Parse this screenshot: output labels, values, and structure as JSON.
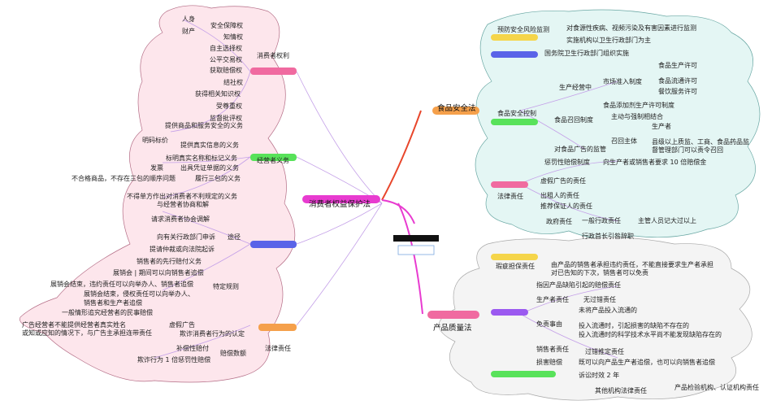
{
  "center": {
    "label": ""
  },
  "colors": {
    "left_cloud": "#fde6ec",
    "right_top_cloud": "#e4f6f4",
    "right_bottom_cloud": "#f4f4f4",
    "magenta": "#e83bd0",
    "orange": "#f5a04b",
    "pink": "#f06aa0",
    "green": "#58e25a",
    "blue": "#5a63e8",
    "yellow": "#f5d54a",
    "purple": "#9b59f0",
    "branch_line": "#9a7bd8"
  },
  "left": {
    "root": "消费者权益保护法",
    "rights": {
      "label": "消费者权利",
      "items": [
        "安全保障权",
        "人身",
        "财产",
        "知情权",
        "自主选择权",
        "公平交易权",
        "获取赔偿权",
        "结社权",
        "获得相关知识权",
        "受尊重权",
        "监督批评权"
      ]
    },
    "duties": {
      "label": "经营者义务",
      "items": [
        "提供商品和服务安全的义务",
        "明码标价",
        "提供真实信息的义务",
        "标明真实名称和标记义务",
        "发票",
        "出具凭证单据的义务",
        "不合格商品，不存在三包的顺序问题",
        "履行三包的义务",
        "不得单方作出对消费者不利规定的义务"
      ]
    },
    "disputes": {
      "label": "",
      "channel": "途径",
      "special": "特定规则",
      "items": [
        "与经营者协商和解",
        "请求消费者协会调解",
        "向有关行政部门申诉",
        "提请仲裁或向法院起诉",
        "销售者的先行赔付义务",
        "展销会 | 期间可以向销售者追偿",
        "展销会结束，违约责任可以向举办人、销售者追偿",
        "展销会结束，侵权责任可以向举办人、",
        "销售者和生产者追偿",
        "一般情形追究经营者的民事赔偿",
        "虚假广告",
        "广告经营者不能提供经营者真实姓名",
        "或知或应知的情况下，与广告主承担连带责任"
      ]
    },
    "liability": {
      "label": "法律责任",
      "items": [
        "欺诈消费者行为的认定",
        "补偿性赔付",
        "赔偿数额",
        "欺诈行为 1 倍惩罚性赔偿"
      ]
    }
  },
  "right_top": {
    "root": "食品安全法",
    "risk": {
      "label": "预防安全风险监测",
      "items": [
        "对食源性疾病、视频污染及有害因素进行监测",
        "实施机构以卫生行政部门为主"
      ]
    },
    "blue_items": [
      "国务院卫生行政部门组织实施"
    ],
    "control": {
      "label": "食品安全控制",
      "production": "生产经营中",
      "access": "市场准入制度",
      "permits": [
        "食品生产许可",
        "食品流通许可",
        "餐饮服务许可"
      ],
      "additive": "食品添加剂生产许可制度",
      "recall": "食品召回制度",
      "recall_items": [
        "主动与强制相结合",
        "召回主体",
        "生产者"
      ],
      "ad": "对食品广告的监管",
      "ad_note": "县级以上质监、工商、食品药品监督管理部门可以责令召回"
    },
    "legal": {
      "label": "法律责任",
      "items": [
        "惩罚性赔偿制度",
        "向生产者或销售者要求 10 倍赔偿金",
        "虚假广告的责任",
        "出租人的责任",
        "推荐保证人的责任",
        "政府责任",
        "一般行政责任",
        "主管人员记大过以上",
        "行政首长引咎辞职"
      ]
    }
  },
  "right_bottom": {
    "root": "产品质量法",
    "guarantee": {
      "label": "瑕疵担保责任",
      "text": "由产品的销售者承担违约责任，不能直接要求生产者承担对已告知的下次，销售者可以免责"
    },
    "product_liability": {
      "label": "",
      "items": [
        "指因产品缺陷引起的赔偿责任",
        "生产者责任",
        "无过错责任",
        "未将产品投入流通的",
        "免责事由",
        "投入流通时，引起损害的缺陷不存在的",
        "投入流通时的科学技术水平尚不能发现缺陷存在的",
        "销售者责任",
        "过错推定责任",
        "损害赔偿",
        "既可以向产品生产者追偿，也可以向销售者追偿"
      ]
    },
    "limitation": {
      "items": [
        "诉讼时效 2 年",
        "其他机构法律责任",
        "产品检验机构、认证机构责任"
      ]
    }
  }
}
